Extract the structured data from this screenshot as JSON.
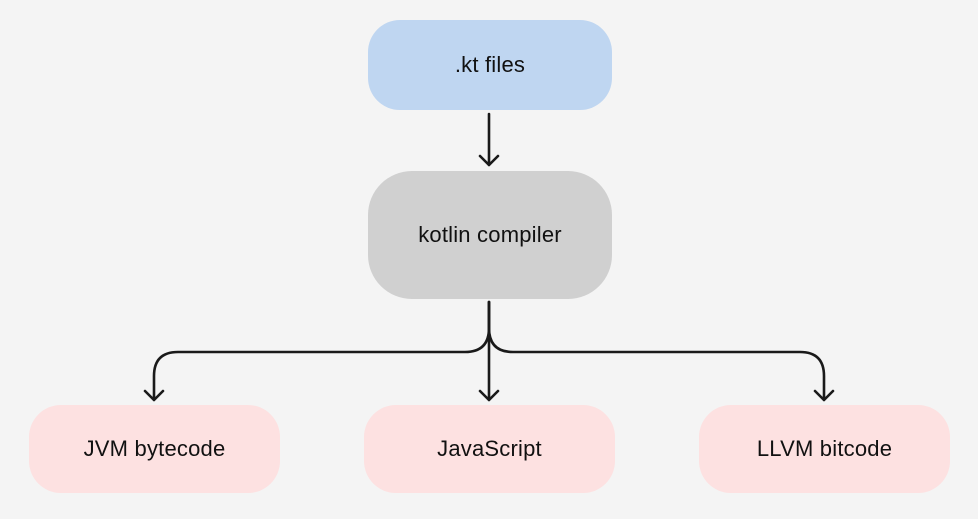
{
  "diagram": {
    "source": {
      "label": ".kt files",
      "color": "#bfd6f1"
    },
    "compiler": {
      "label": "kotlin compiler",
      "color": "#d0d0d0"
    },
    "targets": [
      {
        "label": "JVM bytecode",
        "color": "#fde1e1"
      },
      {
        "label": "JavaScript",
        "color": "#fde1e1"
      },
      {
        "label": "LLVM bitcode",
        "color": "#fde1e1"
      }
    ],
    "edges": [
      {
        "from": ".kt files",
        "to": "kotlin compiler"
      },
      {
        "from": "kotlin compiler",
        "to": "JVM bytecode"
      },
      {
        "from": "kotlin compiler",
        "to": "JavaScript"
      },
      {
        "from": "kotlin compiler",
        "to": "LLVM bitcode"
      }
    ],
    "arrow_color": "#1a1a1a"
  }
}
